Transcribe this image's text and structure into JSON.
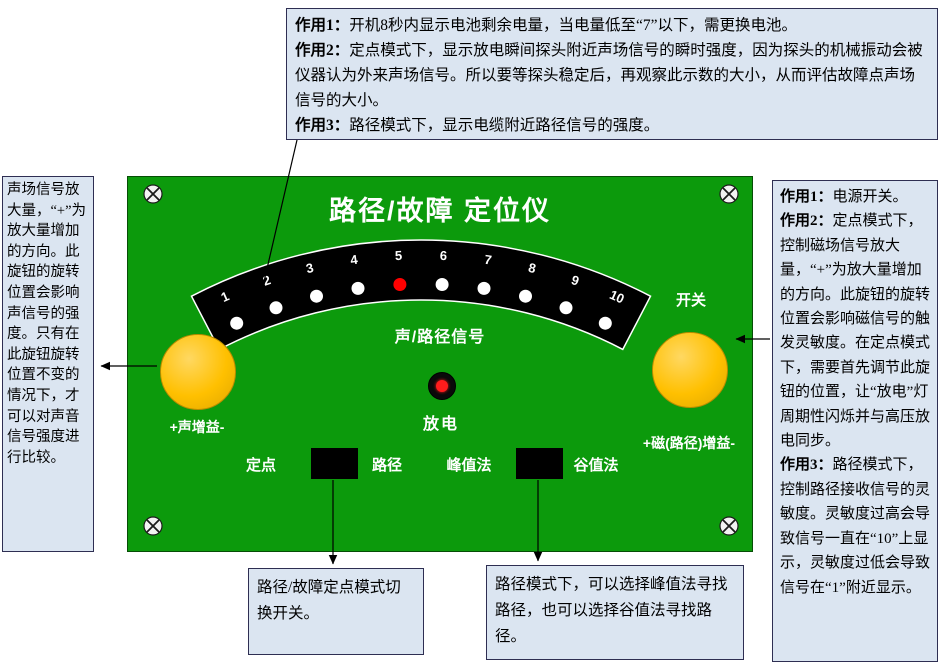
{
  "device": {
    "title": "路径/故障 定位仪",
    "meter": {
      "scale": [
        "1",
        "2",
        "3",
        "4",
        "5",
        "6",
        "7",
        "8",
        "9",
        "10"
      ],
      "red_dot_index": 4,
      "label": "声/路径信号"
    },
    "power_switch_label": "开关",
    "discharge_led_label": "放电",
    "left_knob_label": "+声增益-",
    "right_knob_label": "+磁(路径)增益-",
    "mode_switch": {
      "left_label": "定点",
      "right_label": "路径"
    },
    "method_switch": {
      "left_label": "峰值法",
      "right_label": "谷值法"
    }
  },
  "callouts": {
    "top": {
      "paras": [
        {
          "label": "作用1：",
          "text": "开机8秒内显示电池剩余电量，当电量低至“7”以下，需更换电池。"
        },
        {
          "label": "作用2：",
          "text": "定点模式下，显示放电瞬间探头附近声场信号的瞬时强度，因为探头的机械振动会被仪器认为外来声场信号。所以要等探头稳定后，再观察此示数的大小，从而评估故障点声场信号的大小。"
        },
        {
          "label": "作用3：",
          "text": "路径模式下，显示电缆附近路径信号的强度。"
        }
      ]
    },
    "left": {
      "paras": [
        {
          "label": "",
          "text": "声场信号放大量，“+”为放大量增加的方向。此旋钮的旋转位置会影响声信号的强度。只有在此旋钮旋转位置不变的情况下，才可以对声音信号强度进行比较。"
        }
      ]
    },
    "right": {
      "paras": [
        {
          "label": "作用1：",
          "text": "电源开关。"
        },
        {
          "label": "作用2：",
          "text": "定点模式下，控制磁场信号放大量，“+”为放大量增加的方向。此旋钮的旋转位置会影响磁信号的触发灵敏度。在定点模式下，需要首先调节此旋钮的位置，让“放电”灯周期性闪烁并与高压放电同步。"
        },
        {
          "label": "作用3：",
          "text": "路径模式下，控制路径接收信号的灵敏度。灵敏度过高会导致信号一直在“10”上显示，灵敏度过低会导致信号在“1”附近显示。"
        }
      ]
    },
    "bottom_left": {
      "paras": [
        {
          "label": "",
          "text": "路径/故障定点模式切换开关。"
        }
      ]
    },
    "bottom_right": {
      "paras": [
        {
          "label": "",
          "text": "路径模式下，可以选择峰值法寻找路径，也可以选择谷值法寻找路径。"
        }
      ]
    }
  },
  "colors": {
    "panel_green": "#0c9a0c",
    "knob_yellow": "#ffc000",
    "red_dot": "#ff0000",
    "led_red": "#ff1c1c",
    "callout_bg": "#dbe5f1",
    "band_black": "#000000"
  }
}
